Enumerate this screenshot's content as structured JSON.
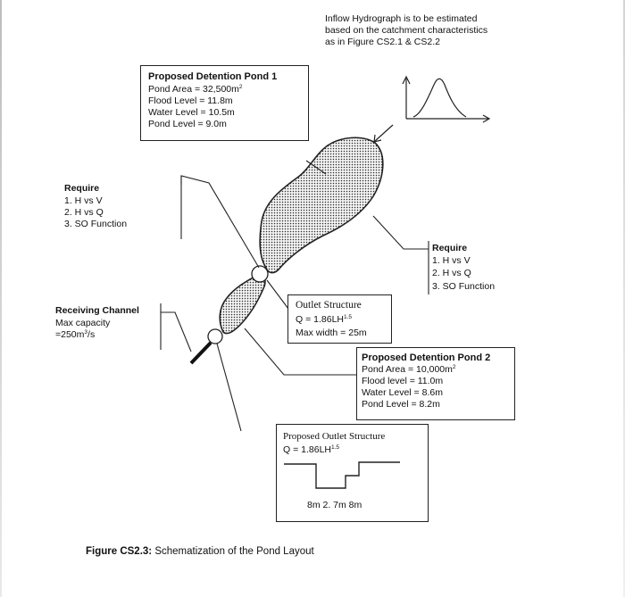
{
  "note": {
    "line1": "Inflow Hydrograph is to be estimated",
    "line2": "based on the catchment characteristics",
    "line3": "as in Figure CS2.1 & CS2.2"
  },
  "pond1": {
    "title": "Proposed Detention Pond 1",
    "area_prefix": "Pond Area = 32,500m",
    "area_sup": "2",
    "flood": "Flood Level = 11.8m",
    "water": "Water Level = 10.5m",
    "pond": "Pond Level = 9.0m"
  },
  "require_left": {
    "title": "Require",
    "items": [
      "1.  H vs V",
      "2.  H vs Q",
      "3.  SO Function"
    ]
  },
  "require_right": {
    "title": "Require",
    "items": [
      "1.  H vs V",
      "2.  H vs Q",
      "3.  SO Function"
    ]
  },
  "channel": {
    "title": "Receiving Channel",
    "line2": "Max capacity",
    "line3_prefix": "=250m",
    "line3_sup": "3",
    "line3_suffix": "/s"
  },
  "outlet": {
    "title": "Outlet Structure",
    "eq_prefix": "Q = 1.86LH",
    "eq_sup": "1.5",
    "width": "Max width = 25m"
  },
  "pond2": {
    "title": "Proposed Detention Pond 2",
    "area_prefix": "Pond Area = 10,000m",
    "area_sup": "2",
    "flood": "Flood level = 11.0m",
    "water": "Water Level = 8.6m",
    "pond": "Pond Level = 8.2m"
  },
  "proposed_outlet": {
    "title": "Proposed Outlet Structure",
    "eq_prefix": "Q = 1.86LH",
    "eq_sup": "1.5",
    "dims": "8m   2. 7m   8m"
  },
  "caption": {
    "label": "Figure CS2.3:",
    "text": " Schematization of the Pond Layout"
  },
  "colors": {
    "line": "#222222",
    "pond_fill": "#e6e6e6",
    "outfall": "#111111"
  }
}
